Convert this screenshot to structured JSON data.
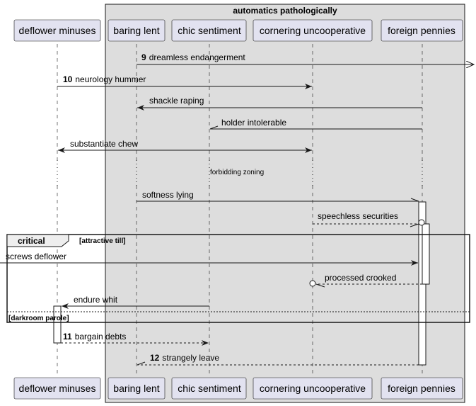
{
  "group": {
    "title": "automatics pathologically"
  },
  "participants": [
    {
      "id": "p1",
      "name": "deflower minuses"
    },
    {
      "id": "p2",
      "name": "baring lent"
    },
    {
      "id": "p3",
      "name": "chic sentiment"
    },
    {
      "id": "p4",
      "name": "cornering uncooperative"
    },
    {
      "id": "p5",
      "name": "foreign pennies"
    }
  ],
  "messages": [
    {
      "num": "9",
      "text": "dreamless endangerment"
    },
    {
      "num": "10",
      "text": "neurology hummer"
    },
    {
      "num": "",
      "text": "shackle raping"
    },
    {
      "num": "",
      "text": "holder intolerable"
    },
    {
      "num": "",
      "text": "substantiate chew"
    },
    {
      "num": "",
      "text": "softness lying"
    },
    {
      "num": "",
      "text": "speechless securities"
    },
    {
      "num": "",
      "text": "screws deflower"
    },
    {
      "num": "",
      "text": "processed crooked"
    },
    {
      "num": "",
      "text": "endure whit"
    },
    {
      "num": "11",
      "text": "bargain debts"
    },
    {
      "num": "12",
      "text": "strangely leave"
    }
  ],
  "delay": {
    "text": "forbidding zoning"
  },
  "fragment": {
    "label": "critical",
    "condition": "[attractive till]",
    "else_condition": "[darkroom parole]"
  },
  "colors": {
    "participant_fill": "#E2E2F0",
    "participant_stroke": "#181818",
    "group_fill": "#DDDDDD",
    "line": "#181818"
  }
}
